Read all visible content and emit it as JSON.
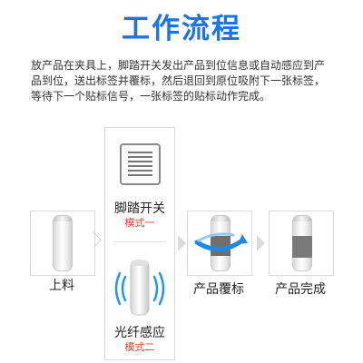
{
  "title": "工作流程",
  "description": {
    "line1": "放产品在夹具上，脚踏开关发出产品到位信息或自动感应到产",
    "line2": "品到位，送出标签并覆标，然后退回到原位吸附下一张标签，",
    "line3": "等待下一个贴标信号，一张标签的贴标动作完成。"
  },
  "trigger_modes": [
    {
      "label": "脚踏开关",
      "mode": "模式一",
      "icon": "foot-switch-icon"
    },
    {
      "label": "光纤感应",
      "mode": "模式二",
      "icon": "fiber-sensor-icon"
    }
  ],
  "stages": {
    "loading": "上料",
    "labeling": "产品覆标",
    "finished": "产品完成"
  },
  "colors": {
    "title": "#1a73e8",
    "mode": "#e53935",
    "sensor_waves": "#2196f3",
    "label_band": "#7a7a7a",
    "wrap_arrow": "#1e88e5"
  }
}
